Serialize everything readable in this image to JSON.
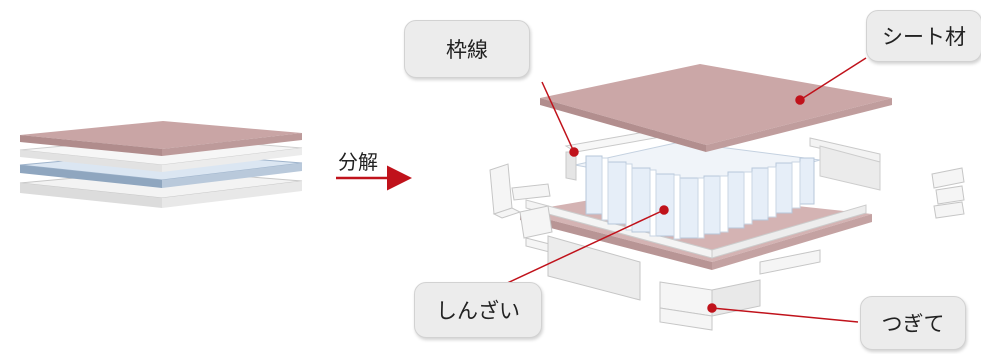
{
  "arrow": {
    "label": "分解"
  },
  "callouts": {
    "waku": "枠線",
    "sheet": "シート材",
    "core": "しんざい",
    "joint": "つぎて"
  },
  "colors": {
    "sheet_pink": "#c7a3a3",
    "sheet_side": "#a98484",
    "core_blue": "#e3ecf7",
    "frame_white": "#f7f7f7",
    "leader_red": "#c0121b"
  }
}
